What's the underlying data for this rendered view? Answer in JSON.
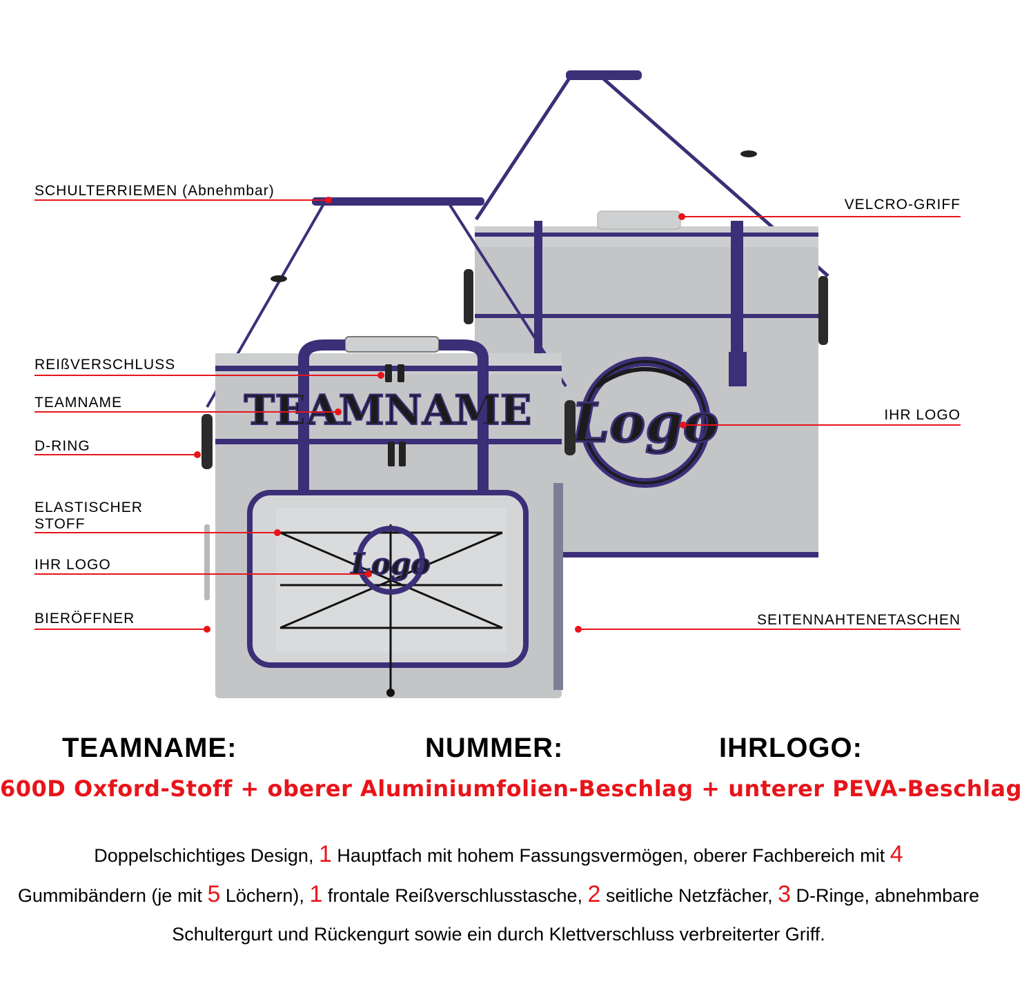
{
  "colors": {
    "bag_body": "#c7c8ca",
    "bag_trim": "#3b2f78",
    "logo_fill": "#1b1b1d",
    "callout_red": "#e8141a",
    "text": "#000000"
  },
  "callouts_left": [
    {
      "id": "shoulder-strap",
      "label": "SCHULTERRIEMEN (Abnehmbar)"
    },
    {
      "id": "zipper",
      "label": "REIßVERSCHLUSS"
    },
    {
      "id": "teamname",
      "label": "TEAMNAME"
    },
    {
      "id": "d-ring",
      "label": "D-RING"
    },
    {
      "id": "elastic",
      "label": "ELASTISCHER\nSTOFF"
    },
    {
      "id": "logo-front",
      "label": "IHR LOGO"
    },
    {
      "id": "opener",
      "label": "BIERÖFFNER"
    }
  ],
  "callouts_right": [
    {
      "id": "velcro",
      "label": "VELCRO-GRIFF"
    },
    {
      "id": "logo-back",
      "label": "IHR LOGO"
    },
    {
      "id": "mesh",
      "label": "SEITENNAHTENETASCHEN"
    }
  ],
  "bag_print": {
    "teamname": "TEAMNAME",
    "logo": "Logo"
  },
  "fields": {
    "teamname": "TEAMNAME:",
    "nummer": "NUMMER:",
    "logo": "IHRLOGO:"
  },
  "material": "600D Oxford-Stoff + oberer Aluminiumfolien-Beschlag + unterer PEVA-Beschlag",
  "description": {
    "p1": "Doppelschichtiges Design, ",
    "n1": "1",
    "p2": " Hauptfach mit hohem Fassungsvermögen, oberer Fachbereich mit ",
    "n2": "4",
    "p3": " Gummibändern (je mit ",
    "n3": "5",
    "p4": " Löchern), ",
    "n4": "1",
    "p5": " frontale Reißverschlusstasche, ",
    "n5": "2",
    "p6": " seitliche Netzfächer, ",
    "n6": "3",
    "p7": " D-Ringe, abnehmbare Schultergurt und Rückengurt sowie ein durch Klettverschluss verbreiterter Griff."
  }
}
